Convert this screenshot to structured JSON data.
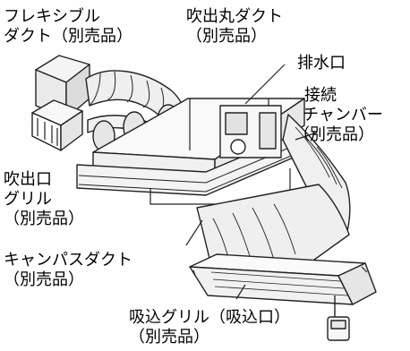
{
  "labels": {
    "flex_duct_1": "フレキシブル",
    "flex_duct_2": "ダクト（別売品）",
    "round_duct_1": "吹出丸ダクト",
    "round_duct_2": "（別売品）",
    "drain": "排水口",
    "chamber_1": "接続",
    "chamber_2": "チャンバー",
    "chamber_3": "（別売品）",
    "outlet_grille_1": "吹出口",
    "outlet_grille_2": "グリル",
    "outlet_grille_3": "（別売品）",
    "canvas_duct_1": "キャンパスダクト",
    "canvas_duct_2": "（別売品）",
    "inlet_grille_1": "吸込グリル（吸込口）",
    "inlet_grille_2": "（別売品）"
  }
}
